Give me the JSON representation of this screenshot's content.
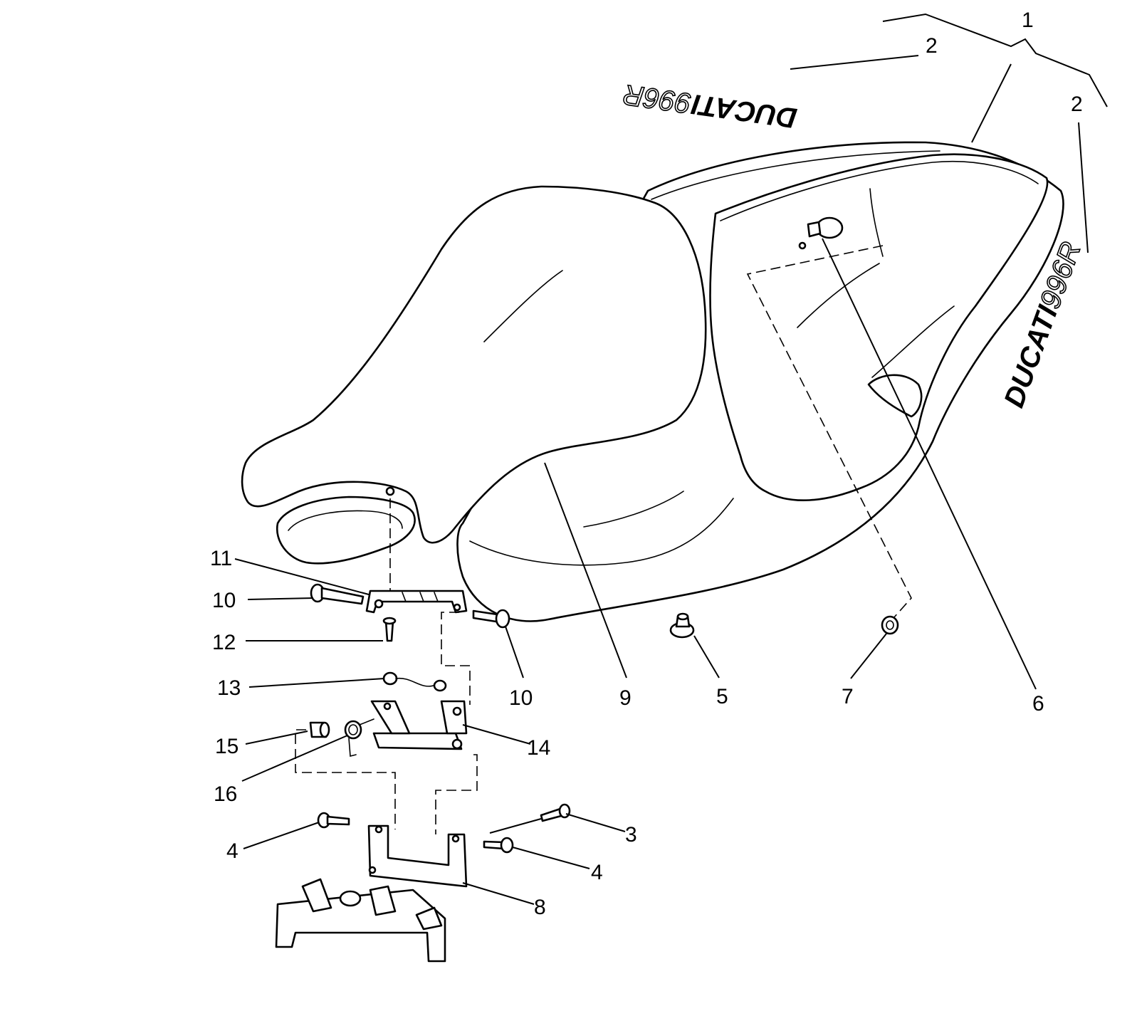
{
  "diagram": {
    "callouts": {
      "n1": "1",
      "n2a": "2",
      "n2b": "2",
      "n3": "3",
      "n4a": "4",
      "n4b": "4",
      "n5": "5",
      "n6": "6",
      "n7": "7",
      "n8": "8",
      "n9": "9",
      "n10a": "10",
      "n10b": "10",
      "n11": "11",
      "n12": "12",
      "n13": "13",
      "n14": "14",
      "n15": "15",
      "n16": "16"
    },
    "decal": {
      "brand": "DUCATI",
      "model": "996R"
    }
  }
}
